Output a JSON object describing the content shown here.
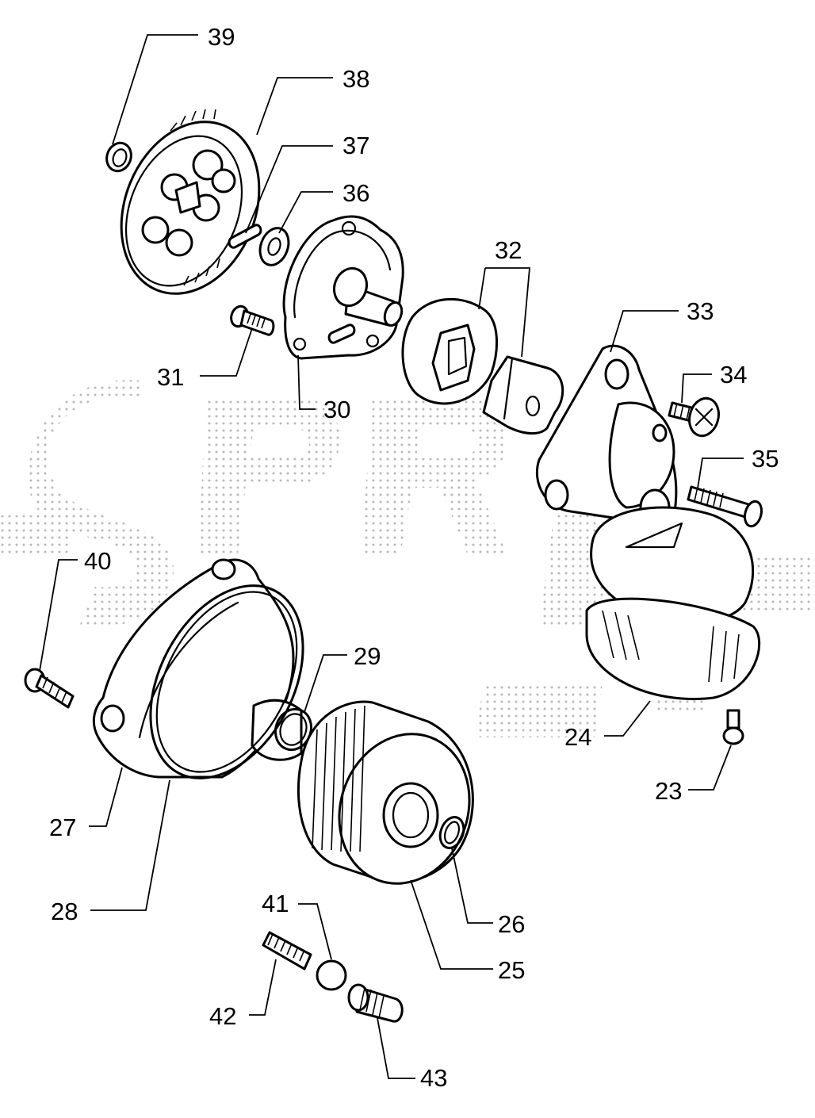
{
  "callouts": {
    "c23": "23",
    "c24": "24",
    "c25": "25",
    "c26": "26",
    "c27": "27",
    "c28": "28",
    "c29": "29",
    "c30": "30",
    "c31": "31",
    "c32": "32",
    "c33": "33",
    "c34": "34",
    "c35": "35",
    "c36": "36",
    "c37": "37",
    "c38": "38",
    "c39": "39",
    "c40": "40",
    "c41": "41",
    "c42": "42",
    "c43": "43"
  },
  "watermark_color": "#b8b8b8"
}
